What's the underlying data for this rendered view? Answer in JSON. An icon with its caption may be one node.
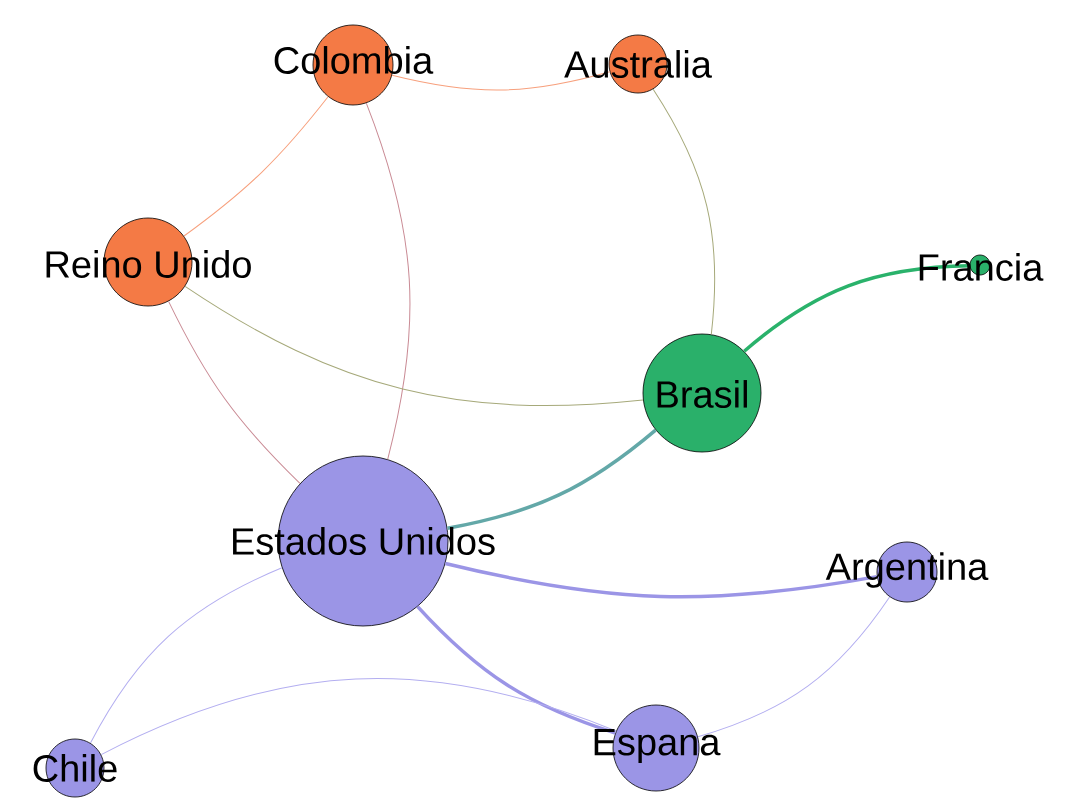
{
  "diagram": {
    "nodes": [
      {
        "text": [
          "Colombia"
        ]
      },
      {
        "text": [
          "Australia"
        ]
      },
      {
        "text": [
          "Reino Unido"
        ]
      },
      {
        "text": [
          "Francia"
        ]
      },
      {
        "text": [
          "Brasil"
        ]
      },
      {
        "text": [
          "Estados Unidos"
        ]
      },
      {
        "text": [
          "Argentina"
        ]
      },
      {
        "text": [
          "Chile"
        ]
      },
      {
        "text": [
          "Espana"
        ]
      }
    ],
    "edges": [
      {
        "from": 0,
        "to": 1,
        "arrow": "none",
        "color": "#f7a07d"
      },
      {
        "from": 0,
        "to": 2,
        "arrow": "none",
        "color": "#f7a07d"
      },
      {
        "from": 0,
        "to": 5,
        "arrow": "none",
        "color": "#c98a94"
      },
      {
        "from": 1,
        "to": 4,
        "arrow": "none",
        "color": "#a6a97a"
      },
      {
        "from": 2,
        "to": 4,
        "arrow": "none",
        "color": "#a6a97a"
      },
      {
        "from": 2,
        "to": 5,
        "arrow": "none",
        "color": "#c98a94"
      },
      {
        "from": 4,
        "to": 3,
        "arrow": "none",
        "style": "thick",
        "color": "#2ab26b"
      },
      {
        "from": 4,
        "to": 5,
        "arrow": "none",
        "style": "thick",
        "color": "#63a8a8"
      },
      {
        "from": 5,
        "to": 6,
        "arrow": "none",
        "style": "thick",
        "color": "#9b95e6"
      },
      {
        "from": 5,
        "to": 8,
        "arrow": "none",
        "style": "thick",
        "color": "#9b95e6"
      },
      {
        "from": 5,
        "to": 7,
        "arrow": "none",
        "color": "#b3aef0"
      },
      {
        "from": 7,
        "to": 8,
        "arrow": "none",
        "color": "#b3aef0"
      },
      {
        "from": 6,
        "to": 8,
        "arrow": "none",
        "color": "#b3aef0"
      }
    ]
  }
}
